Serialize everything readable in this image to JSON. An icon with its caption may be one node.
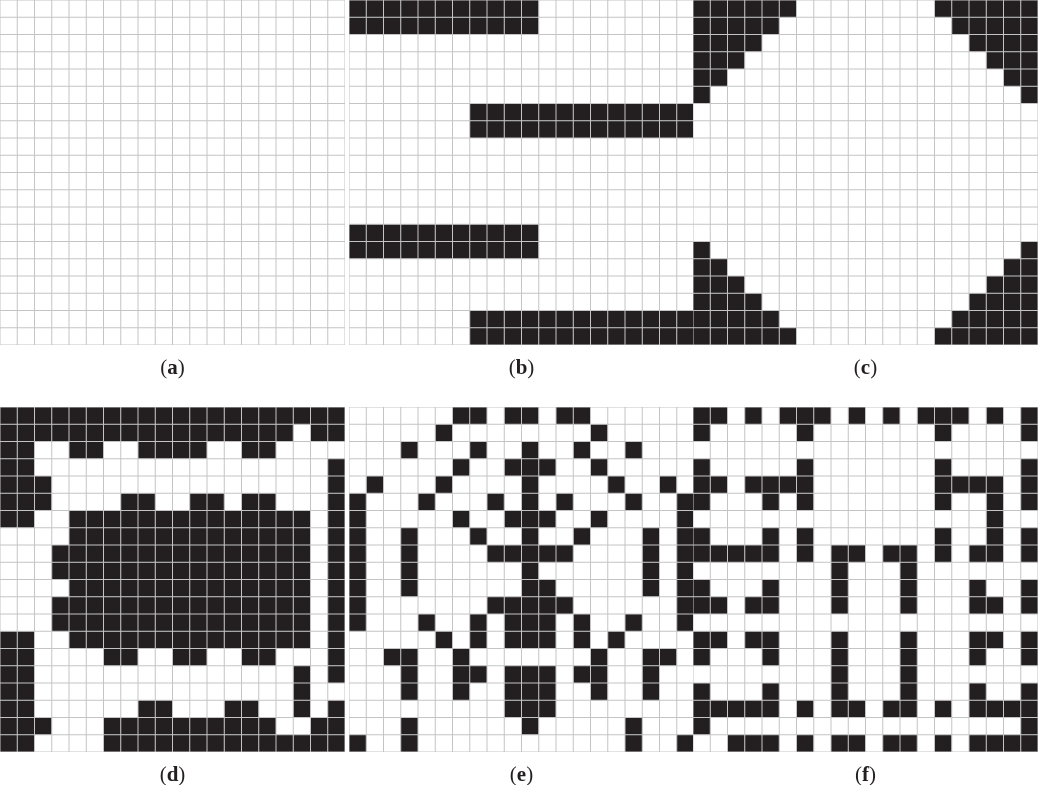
{
  "diagram": {
    "labels": [
      "(**a**)",
      "(**b**)",
      "(**c**)",
      "(**d**)",
      "(**e**)",
      "(**f**)"
    ]
  }
}
